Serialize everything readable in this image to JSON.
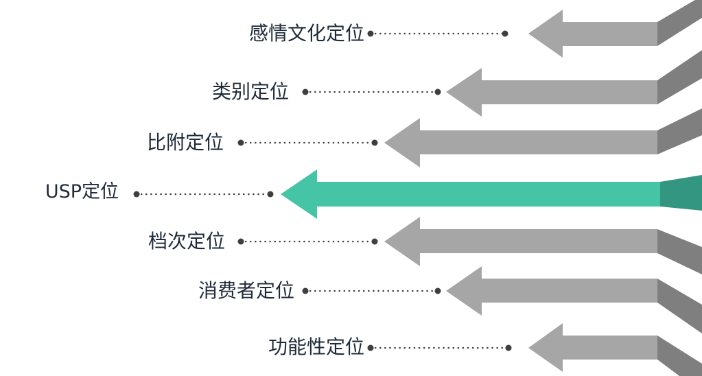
{
  "diagram": {
    "items": [
      {
        "label": "感情文化定位",
        "highlight": false
      },
      {
        "label": "类别定位",
        "highlight": false
      },
      {
        "label": "比附定位",
        "highlight": false
      },
      {
        "label": "USP定位",
        "highlight": true
      },
      {
        "label": "档次定位",
        "highlight": false
      },
      {
        "label": "消费者定位",
        "highlight": false
      },
      {
        "label": "功能性定位",
        "highlight": false
      }
    ]
  },
  "colors": {
    "arrow_light": "#a6a6a6",
    "arrow_dark": "#7f7f7f",
    "highlight_light": "#45c4a6",
    "highlight_dark": "#339680",
    "dot": "#3f3f3f",
    "text": "#1f2b3a"
  }
}
